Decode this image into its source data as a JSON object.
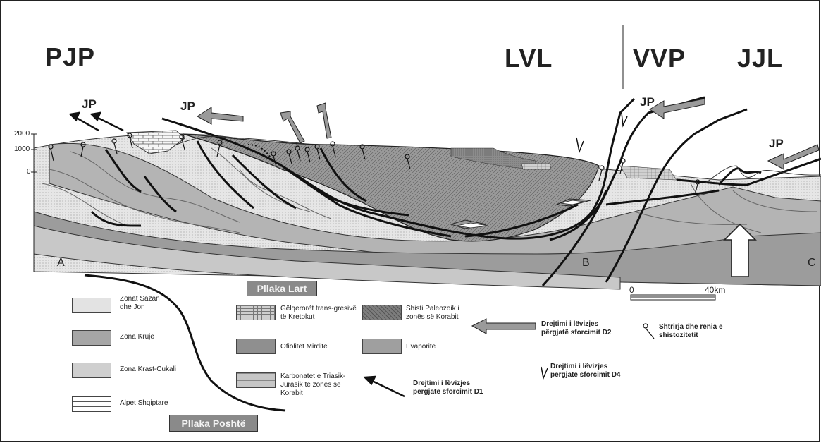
{
  "zones": {
    "pjp": "PJP",
    "lvl": "LVL",
    "vvp": "VVP",
    "jjl": "JJL"
  },
  "plate_labels": {
    "jp1": "JP",
    "jp2": "JP",
    "jp3": "JP",
    "jp4": "JP"
  },
  "elevation_ticks": [
    "2000",
    "1000",
    "0"
  ],
  "section_points": {
    "a": "A",
    "b": "B",
    "c": "C"
  },
  "scale_bar": {
    "zero": "0",
    "end": "40km"
  },
  "legend": {
    "sazan": "Zonat Sazan dhe Jon",
    "kruje": "Zona Krujë",
    "krast": "Zona Krast-Cukali",
    "alpet": "Alpet Shqiptare",
    "gelqeroret": "Gëlqerorët trans-gresivë të Kretokut",
    "ofiolitet": "Ofiolitet Mirditë",
    "karbonatet": "Karbonatet e Triasik-Jurasik të zonës së Korabit",
    "shisti": "Shisti Paleozoik i zonës së Korabit",
    "evaporite": "Evaporite",
    "d1": "Drejtimi i lëvizjes përgjatë sforcimit D1",
    "d2": "Drejtimi i lëvizjes përgjatë sforcimit D2",
    "d4": "Drejtimi i lëvizjes përgjatë sforcimit D4",
    "shistozitet": "Shtrirja dhe rënia e shistozitetit"
  },
  "plates": {
    "upper": "Pllaka Lart",
    "lower": "Pllaka Poshtë"
  },
  "colors": {
    "ink": "#222222",
    "light_gray": "#d6d6d6",
    "mid_gray": "#a9a9a9",
    "dark_gray": "#7f7f7f",
    "plate_box": "#8a8a8a"
  }
}
